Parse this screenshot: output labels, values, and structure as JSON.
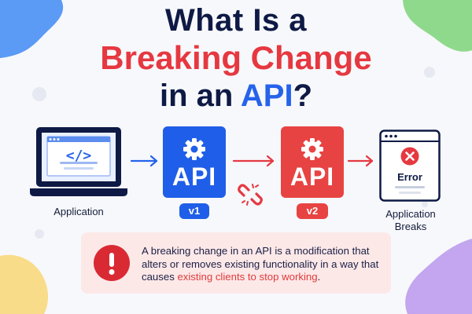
{
  "title": {
    "line1": "What Is a",
    "line2": "Breaking Change",
    "line3_prefix": "in an ",
    "line3_highlight": "API",
    "line3_suffix": "?"
  },
  "nodes": {
    "application_label": "Application",
    "code_glyph": "</>",
    "api_v1": {
      "text": "API",
      "version": "v1"
    },
    "api_v2": {
      "text": "API",
      "version": "v2"
    },
    "error_text": "Error",
    "breaks_label_line1": "Application",
    "breaks_label_line2": "Breaks"
  },
  "info": {
    "text_before": "A breaking change in an API is a modification that alters or removes existing functionality in a way that causes ",
    "text_highlight": "existing clients to stop working",
    "text_after": "."
  },
  "colors": {
    "navy": "#0e1a45",
    "red": "#e63840",
    "blue": "#2563eb",
    "api_v1_bg": "#1f5ee8",
    "api_v2_bg": "#e84343",
    "info_bg": "#fde8e8"
  },
  "icons": [
    "laptop-icon",
    "code-icon",
    "gear-icon",
    "arrow-right-icon",
    "broken-link-icon",
    "error-window-icon",
    "close-icon",
    "exclamation-icon"
  ]
}
